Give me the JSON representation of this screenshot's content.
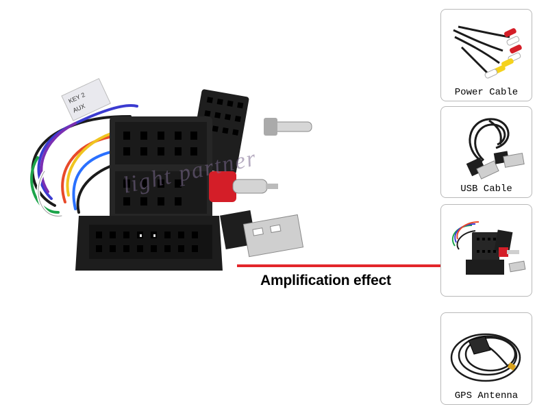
{
  "colors": {
    "accent_line": "#e3262b",
    "border": "#b8b8b8"
  },
  "main": {
    "caption": "Amplification effect",
    "watermark": "light partner"
  },
  "thumbnails": [
    {
      "label": "Power Cable"
    },
    {
      "label": "USB Cable"
    },
    {
      "label": ""
    },
    {
      "label": "GPS Antenna"
    }
  ]
}
